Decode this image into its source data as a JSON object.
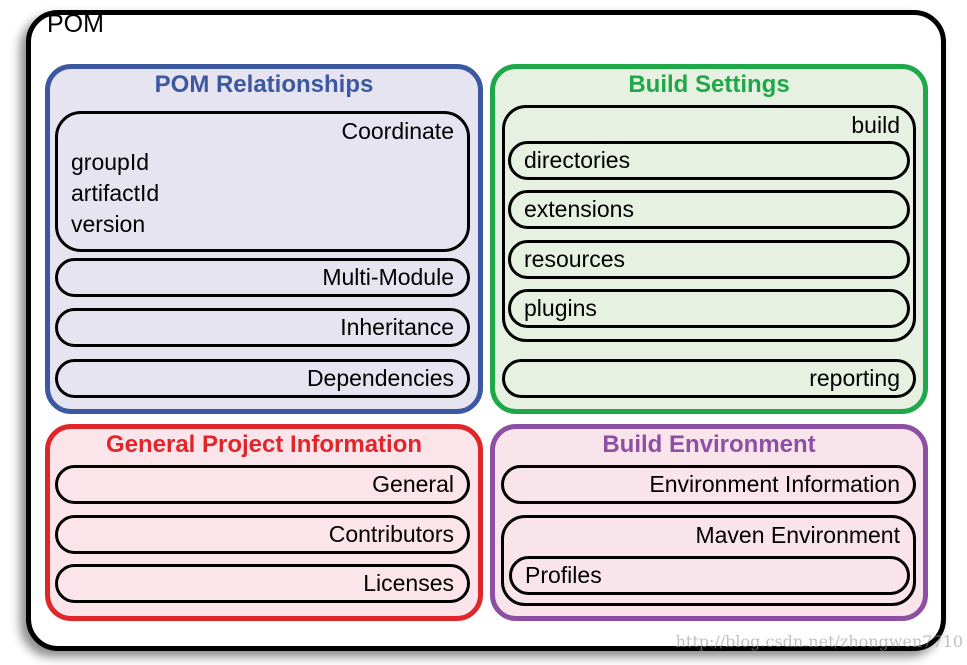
{
  "title": "POM",
  "colors": {
    "blue": "#3b58a0",
    "green": "#1ea84a",
    "red": "#e1262b",
    "purple": "#8d4fa1"
  },
  "pom_relationships": {
    "title": "POM Relationships",
    "coordinate": {
      "label": "Coordinate",
      "fields": [
        "groupId",
        "artifactId",
        "version"
      ]
    },
    "items": [
      "Multi-Module",
      "Inheritance",
      "Dependencies"
    ]
  },
  "build_settings": {
    "title": "Build Settings",
    "build": {
      "label": "build",
      "items": [
        "directories",
        "extensions",
        "resources",
        "plugins"
      ]
    },
    "reporting": "reporting"
  },
  "general_info": {
    "title": "General Project Information",
    "items": [
      "General",
      "Contributors",
      "Licenses"
    ]
  },
  "build_environment": {
    "title": "Build Environment",
    "env_info": "Environment Information",
    "maven_env": "Maven Environment",
    "profiles": "Profiles"
  },
  "watermark": "http://blog.csdn.net/zhongwen7710"
}
